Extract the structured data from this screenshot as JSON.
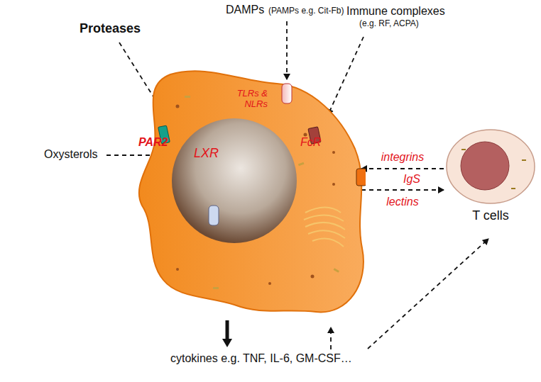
{
  "diagram": {
    "nodes": [
      {
        "text": [
          "PAR2",
          "LXR",
          "TLRs & NLRs",
          "FcR"
        ]
      },
      {
        "text": [
          "T cells"
        ]
      }
    ],
    "edges": [
      {
        "from": 1,
        "to": 0,
        "arrow": "to",
        "label": "integrins"
      },
      {
        "from": 0,
        "to": 1,
        "arrow": "to",
        "label": "lectins"
      }
    ],
    "labels": [
      "DAMPs",
      "(PAMPs e.g. Cit-Fb)",
      "Proteases",
      "Immune complexes",
      "(e.g. RF, ACPA)",
      "Oxysterols",
      "IgS",
      "cytokines e.g. TNF, IL-6, GM-CSF…"
    ]
  }
}
